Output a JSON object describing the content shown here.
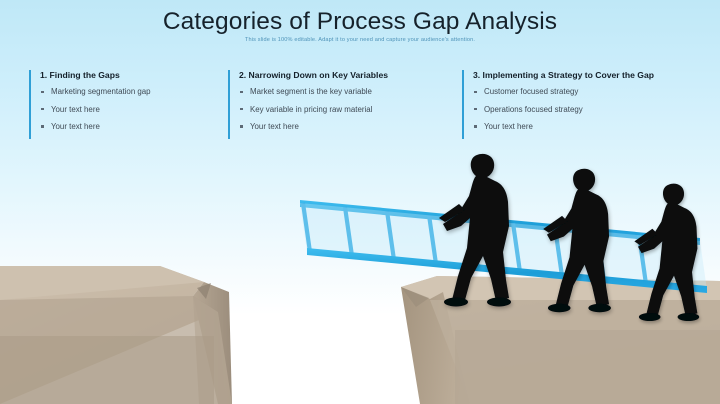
{
  "slide": {
    "title": "Categories of Process Gap Analysis",
    "subtitle": "This slide is 100% editable. Adapt it to your need and capture your audience's attention."
  },
  "columns": [
    {
      "heading": "1. Finding the Gaps",
      "bullets": [
        "Marketing segmentation gap",
        "Your text here",
        "Your text here"
      ]
    },
    {
      "heading": "2. Narrowing Down on Key Variables",
      "bullets": [
        "Market segment is the key variable",
        "Key variable in pricing raw material",
        "Your text here"
      ]
    },
    {
      "heading": "3. Implementing a Strategy to Cover the Gap",
      "bullets": [
        "Customer focused strategy",
        "Operations focused strategy",
        "Your text here"
      ]
    }
  ],
  "illustration": {
    "description": "Three businessmen silhouettes carrying a blue ladder across a gap between two cliffs",
    "ladder_color": "#29abe2",
    "ladder_fill": "#b9e6f8",
    "figure_color": "#050608",
    "cliff_top_color": "#c9bba8",
    "cliff_side_color": "#a2947f",
    "sky_top_color": "#bfe8f7",
    "sky_bottom_color": "#ffffff",
    "accent_color": "#2f9fd6",
    "figure_count": 3
  }
}
